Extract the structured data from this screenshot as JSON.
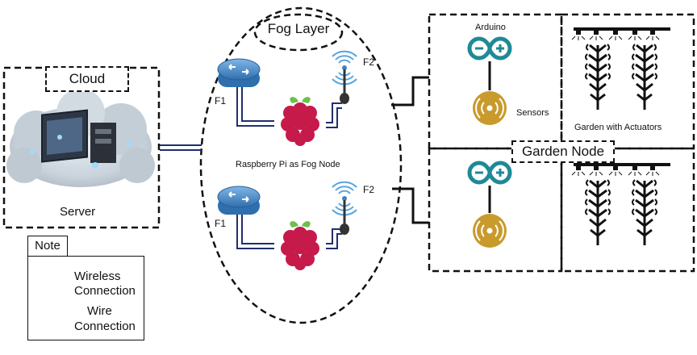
{
  "labels": {
    "cloud": "Cloud",
    "server": "Server",
    "fog_layer": "Fog Layer",
    "f1": "F1",
    "f2": "F2",
    "fog_node": "Raspberry Pi as Fog Node",
    "arduino": "Arduino",
    "sensors": "Sensors",
    "garden_actuators": "Garden with Actuators",
    "garden_node": "Garden Node"
  },
  "note": {
    "title": "Note",
    "wireless_line1": "Wireless",
    "wireless_line2": "Connection",
    "wire_line1": "Wire",
    "wire_line2": "Connection"
  },
  "colors": {
    "wireless": "#1f2f6e",
    "wire": "#111111",
    "arduino": "#1e8a96",
    "sensor": "#c99a2c",
    "raspberry": "#c51a4a",
    "leaf": "#6cc04a",
    "router": "#3e83c4"
  }
}
